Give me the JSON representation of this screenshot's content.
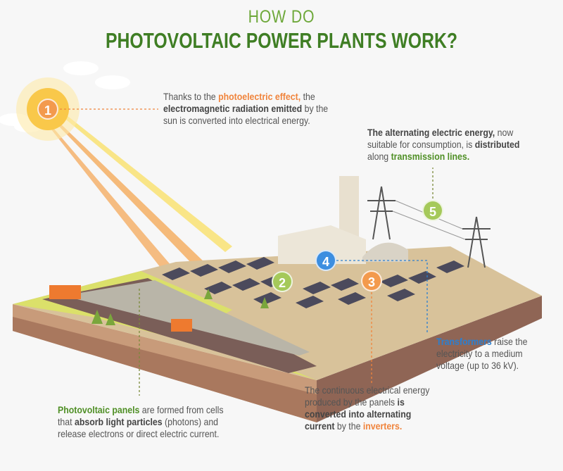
{
  "title": {
    "line1": "HOW DO",
    "line2": "PHOTOVOLTAIC POWER PLANTS WORK?"
  },
  "colors": {
    "orange": "#f0843c",
    "green": "#6ea83a",
    "blue": "#2b7fd0",
    "dark_green": "#3f7e24"
  },
  "markers": [
    {
      "label": "1",
      "color": "#f39a4d"
    },
    {
      "label": "2",
      "color": "#a5c95a"
    },
    {
      "label": "3",
      "color": "#f39a4d"
    },
    {
      "label": "4",
      "color": "#3c8ee0"
    },
    {
      "label": "5",
      "color": "#a5c95a"
    }
  ],
  "callouts": {
    "step1": [
      {
        "text": "Thanks to the ",
        "style": "plain"
      },
      {
        "text": "photoelectric effect,",
        "style": "orange"
      },
      {
        "text": " the ",
        "style": "plain"
      },
      {
        "text": "electromagnetic radiation emitted",
        "style": "bold"
      },
      {
        "text": " by the sun is converted into electrical energy.",
        "style": "plain"
      }
    ],
    "step5": [
      {
        "text": "The alternating electric energy,",
        "style": "bold"
      },
      {
        "text": " now suitable for consumption, is ",
        "style": "plain"
      },
      {
        "text": "distributed",
        "style": "bold"
      },
      {
        "text": " along ",
        "style": "plain"
      },
      {
        "text": "transmission lines.",
        "style": "green"
      }
    ],
    "step4": [
      {
        "text": "Transformers",
        "style": "blue"
      },
      {
        "text": " raise the electricity to a medium voltage (up to 36 kV).",
        "style": "plain"
      }
    ],
    "step3": [
      {
        "text": "The continuous electrical energy produced by the panels ",
        "style": "plain"
      },
      {
        "text": "is converted into alternating current",
        "style": "bold"
      },
      {
        "text": " by the ",
        "style": "plain"
      },
      {
        "text": "inverters.",
        "style": "orange"
      }
    ],
    "step2": [
      {
        "text": "Photovoltaic panels",
        "style": "green"
      },
      {
        "text": " are formed from cells that ",
        "style": "plain"
      },
      {
        "text": "absorb light particles",
        "style": "bold"
      },
      {
        "text": " (photons) and release electrons or direct electric current.",
        "style": "plain"
      }
    ]
  }
}
